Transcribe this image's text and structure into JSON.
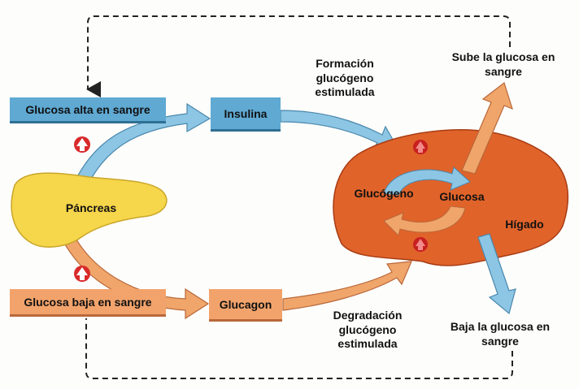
{
  "labels": {
    "glucosa_alta": "Glucosa alta en sangre",
    "glucosa_baja": "Glucosa baja en sangre",
    "insulina": "Insulina",
    "glucagon": "Glucagon",
    "pancreas": "Páncreas",
    "formacion": "Formación glucógeno estimulada",
    "degradacion": "Degradación glucógeno estimulada",
    "sube": "Sube la glucosa en sangre",
    "baja": "Baja la glucosa en sangre",
    "glucogeno": "Glucógeno",
    "glucosa": "Glucosa",
    "higado": "Hígado"
  },
  "colors": {
    "blue_box": "#5fa9d3",
    "orange_box": "#f2a36b",
    "liver": "#e0632a",
    "pancreas": "#f6d64a",
    "arrow_blue": "#8cc6e4",
    "arrow_orange": "#f0a56a",
    "marker_red": "#d92a2a"
  },
  "icons": {
    "up_marker": "red-up-arrow-circle"
  }
}
